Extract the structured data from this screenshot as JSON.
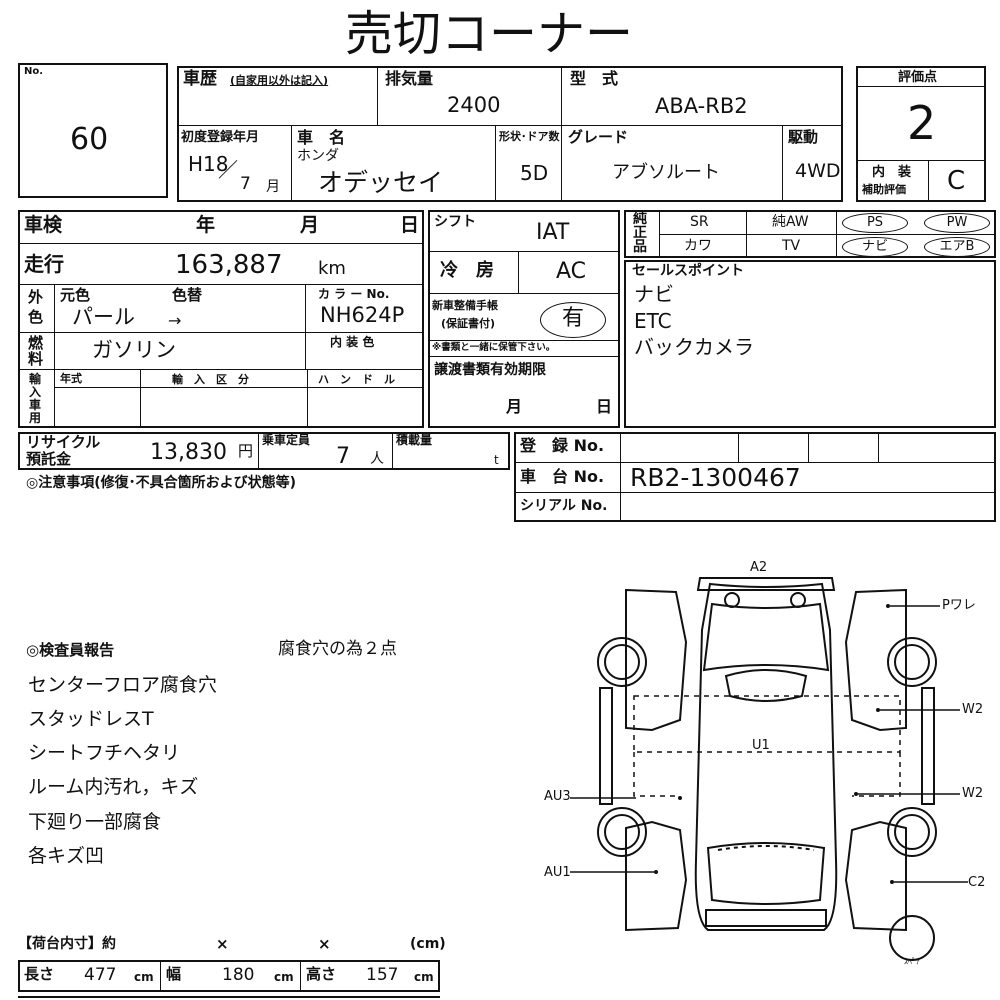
{
  "title": "売切コーナー",
  "no": {
    "label": "No.",
    "value": "60"
  },
  "history": {
    "label": "車歴",
    "note": "(自家用以外は記入)"
  },
  "displacement": {
    "label": "排気量",
    "value": "2400"
  },
  "model": {
    "label": "型　式",
    "value": "ABA-RB2"
  },
  "first_reg": {
    "label": "初度登録年月",
    "year": "H18",
    "month": "7",
    "month_unit": "月"
  },
  "car_name": {
    "label": "車　名",
    "maker": "ホンダ",
    "value": "オデッセイ"
  },
  "shape_doors": {
    "label": "形状･ドア数",
    "value": "5D"
  },
  "grade": {
    "label": "グレード",
    "value": "アブソルート"
  },
  "drive": {
    "label": "駆動",
    "value": "4WD"
  },
  "score": {
    "label": "評価点",
    "value": "2",
    "interior_label1": "内　装",
    "interior_label2": "補助評価",
    "interior_value": "C"
  },
  "inspection": {
    "label": "車検",
    "year": "年",
    "month": "月",
    "day": "日"
  },
  "shift": {
    "label": "シフト",
    "value": "IAT"
  },
  "mileage": {
    "label": "走行",
    "value": "163,887",
    "unit": "km"
  },
  "aircon": {
    "label": "冷　房",
    "value": "AC"
  },
  "color": {
    "label1": "外",
    "label2": "色",
    "orig_label": "元色",
    "change_label": "色替",
    "orig_value": "パール",
    "arrow": "→",
    "code_label": "カ ラ ー No.",
    "code_value": "NH624P"
  },
  "fuel": {
    "label1": "燃",
    "label2": "料",
    "value": "ガソリン",
    "interior_color_label": "内 装 色"
  },
  "manual": {
    "label1": "新車整備手帳",
    "label2": "(保証書付)",
    "value": "有",
    "note": "※書類と一緒に保管下さい。"
  },
  "import": {
    "label1": "輸",
    "label2": "入",
    "label3": "車",
    "label4": "用",
    "year_label": "年式",
    "category_label": "輸　入　区　分",
    "handle_label": "ハ　ン　ド　ル"
  },
  "transfer": {
    "label": "譲渡書類有効期限",
    "month": "月",
    "day": "日"
  },
  "equipment": {
    "label1": "純",
    "label2": "正",
    "label3": "品",
    "sr": "SR",
    "aw": "純AW",
    "ps": "PS",
    "pw": "PW",
    "kawa": "カワ",
    "tv": "TV",
    "navi": "ナビ",
    "aircon_bag": "エアB"
  },
  "sales_points": {
    "label": "セールスポイント",
    "items": [
      "ナビ",
      "ETC",
      "バックカメラ"
    ]
  },
  "recycle": {
    "label1": "リサイクル",
    "label2": "預託金",
    "value": "13,830",
    "unit": "円"
  },
  "capacity": {
    "label": "乗車定員",
    "value": "7",
    "unit": "人"
  },
  "load": {
    "label": "積載量",
    "unit": "t"
  },
  "registration": {
    "label": "登　録 No.",
    "value": ""
  },
  "chassis": {
    "label": "車　台 No.",
    "value": "RB2-1300467"
  },
  "serial": {
    "label": "シリアル No.",
    "value": ""
  },
  "caution": "◎注意事項(修復･不具合箇所および状態等)",
  "inspector": {
    "label": "◎検査員報告",
    "note": "腐食穴の為２点",
    "items": [
      "センターフロア腐食穴",
      "スタッドレスT",
      "シートフチヘタリ",
      "ルーム内汚れ，キズ",
      "下廻り一部腐食",
      "各キズ凹"
    ]
  },
  "diagram": {
    "labels": {
      "a2": "A2",
      "pware": "Pワレ",
      "w2a": "W2",
      "w2b": "W2",
      "u1": "U1",
      "au3": "AU3",
      "au1": "AU1",
      "c2": "C2",
      "spare": "ｽﾍﾟｱ"
    }
  },
  "cargo": {
    "title": "【荷台内寸】約",
    "x1": "×",
    "x2": "×",
    "unit": "(cm)",
    "length_label": "長さ",
    "length": "477",
    "width_label": "幅",
    "width": "180",
    "height_label": "高さ",
    "height": "157",
    "cm": "cm"
  }
}
